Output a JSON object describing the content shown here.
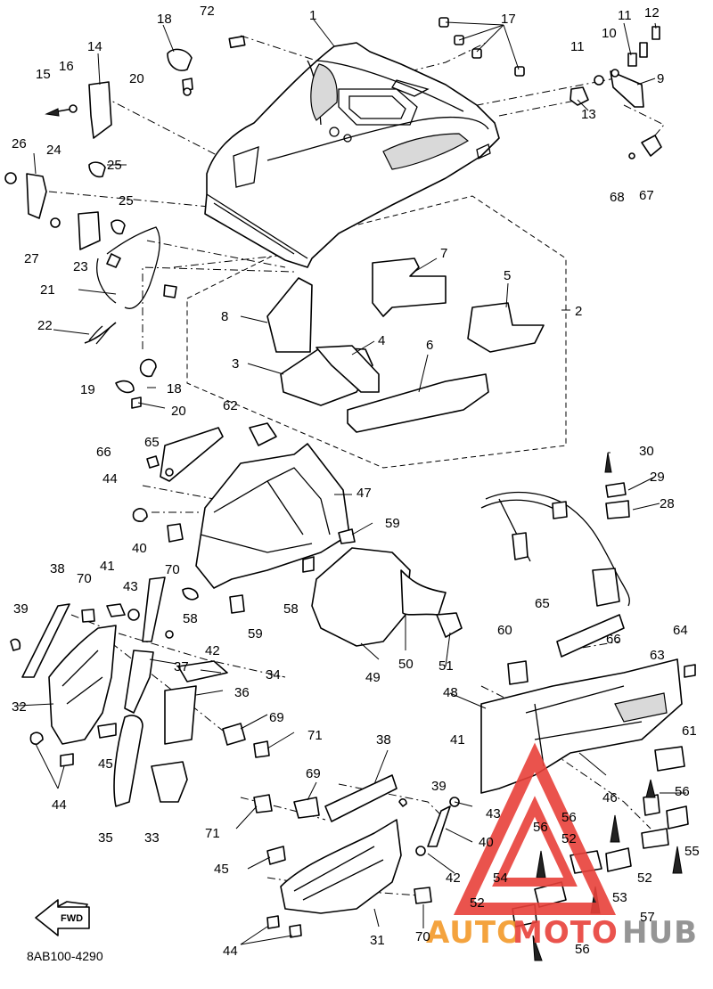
{
  "diagram": {
    "code": "8AB100-4290",
    "fwd_label": "FWD",
    "colors": {
      "line": "#000000",
      "watermark_red": "#e8413a",
      "watermark_gray": "#8a8a8a",
      "watermark_orange": "#f39a2a"
    },
    "callouts": [
      {
        "id": "c1",
        "text": "1"
      },
      {
        "id": "c2",
        "text": "2"
      },
      {
        "id": "c3",
        "text": "3"
      },
      {
        "id": "c4",
        "text": "4"
      },
      {
        "id": "c5",
        "text": "5"
      },
      {
        "id": "c6",
        "text": "6"
      },
      {
        "id": "c7",
        "text": "7"
      },
      {
        "id": "c8",
        "text": "8"
      },
      {
        "id": "c9",
        "text": "9"
      },
      {
        "id": "c10",
        "text": "10"
      },
      {
        "id": "c11a",
        "text": "11"
      },
      {
        "id": "c11b",
        "text": "11"
      },
      {
        "id": "c12",
        "text": "12"
      },
      {
        "id": "c13",
        "text": "13"
      },
      {
        "id": "c14",
        "text": "14"
      },
      {
        "id": "c15",
        "text": "15"
      },
      {
        "id": "c16",
        "text": "16"
      },
      {
        "id": "c17",
        "text": "17"
      },
      {
        "id": "c18a",
        "text": "18"
      },
      {
        "id": "c18b",
        "text": "18"
      },
      {
        "id": "c19",
        "text": "19"
      },
      {
        "id": "c20a",
        "text": "20"
      },
      {
        "id": "c20b",
        "text": "20"
      },
      {
        "id": "c21",
        "text": "21"
      },
      {
        "id": "c22",
        "text": "22"
      },
      {
        "id": "c23",
        "text": "23"
      },
      {
        "id": "c24",
        "text": "24"
      },
      {
        "id": "c25a",
        "text": "25"
      },
      {
        "id": "c25b",
        "text": "25"
      },
      {
        "id": "c26",
        "text": "26"
      },
      {
        "id": "c27",
        "text": "27"
      },
      {
        "id": "c28",
        "text": "28"
      },
      {
        "id": "c29",
        "text": "29"
      },
      {
        "id": "c30",
        "text": "30"
      },
      {
        "id": "c31",
        "text": "31"
      },
      {
        "id": "c32",
        "text": "32"
      },
      {
        "id": "c33",
        "text": "33"
      },
      {
        "id": "c34",
        "text": "34"
      },
      {
        "id": "c35",
        "text": "35"
      },
      {
        "id": "c36",
        "text": "36"
      },
      {
        "id": "c37",
        "text": "37"
      },
      {
        "id": "c38a",
        "text": "38"
      },
      {
        "id": "c38b",
        "text": "38"
      },
      {
        "id": "c39a",
        "text": "39"
      },
      {
        "id": "c39b",
        "text": "39"
      },
      {
        "id": "c40a",
        "text": "40"
      },
      {
        "id": "c40b",
        "text": "40"
      },
      {
        "id": "c41a",
        "text": "41"
      },
      {
        "id": "c41b",
        "text": "41"
      },
      {
        "id": "c42a",
        "text": "42"
      },
      {
        "id": "c42b",
        "text": "42"
      },
      {
        "id": "c43a",
        "text": "43"
      },
      {
        "id": "c43b",
        "text": "43"
      },
      {
        "id": "c44a",
        "text": "44"
      },
      {
        "id": "c44b",
        "text": "44"
      },
      {
        "id": "c44c",
        "text": "44"
      },
      {
        "id": "c45a",
        "text": "45"
      },
      {
        "id": "c45b",
        "text": "45"
      },
      {
        "id": "c46",
        "text": "46"
      },
      {
        "id": "c47",
        "text": "47"
      },
      {
        "id": "c48",
        "text": "48"
      },
      {
        "id": "c49",
        "text": "49"
      },
      {
        "id": "c50",
        "text": "50"
      },
      {
        "id": "c51",
        "text": "51"
      },
      {
        "id": "c52a",
        "text": "52"
      },
      {
        "id": "c52b",
        "text": "52"
      },
      {
        "id": "c52c",
        "text": "52"
      },
      {
        "id": "c53",
        "text": "53"
      },
      {
        "id": "c54",
        "text": "54"
      },
      {
        "id": "c55",
        "text": "55"
      },
      {
        "id": "c56a",
        "text": "56"
      },
      {
        "id": "c56b",
        "text": "56"
      },
      {
        "id": "c56c",
        "text": "56"
      },
      {
        "id": "c56d",
        "text": "56"
      },
      {
        "id": "c57",
        "text": "57"
      },
      {
        "id": "c58a",
        "text": "58"
      },
      {
        "id": "c58b",
        "text": "58"
      },
      {
        "id": "c59a",
        "text": "59"
      },
      {
        "id": "c59b",
        "text": "59"
      },
      {
        "id": "c60",
        "text": "60"
      },
      {
        "id": "c61",
        "text": "61"
      },
      {
        "id": "c62",
        "text": "62"
      },
      {
        "id": "c63",
        "text": "63"
      },
      {
        "id": "c64",
        "text": "64"
      },
      {
        "id": "c65a",
        "text": "65"
      },
      {
        "id": "c65b",
        "text": "65"
      },
      {
        "id": "c66a",
        "text": "66"
      },
      {
        "id": "c66b",
        "text": "66"
      },
      {
        "id": "c67",
        "text": "67"
      },
      {
        "id": "c68",
        "text": "68"
      },
      {
        "id": "c69a",
        "text": "69"
      },
      {
        "id": "c69b",
        "text": "69"
      },
      {
        "id": "c70a",
        "text": "70"
      },
      {
        "id": "c70b",
        "text": "70"
      },
      {
        "id": "c70c",
        "text": "70"
      },
      {
        "id": "c71a",
        "text": "71"
      },
      {
        "id": "c71b",
        "text": "71"
      },
      {
        "id": "c72",
        "text": "72"
      }
    ]
  },
  "watermark": {
    "part1": "AUTO",
    "part2": "MOTO",
    "part3": "HUB",
    "logo_icon": "triangle-logo-icon"
  }
}
